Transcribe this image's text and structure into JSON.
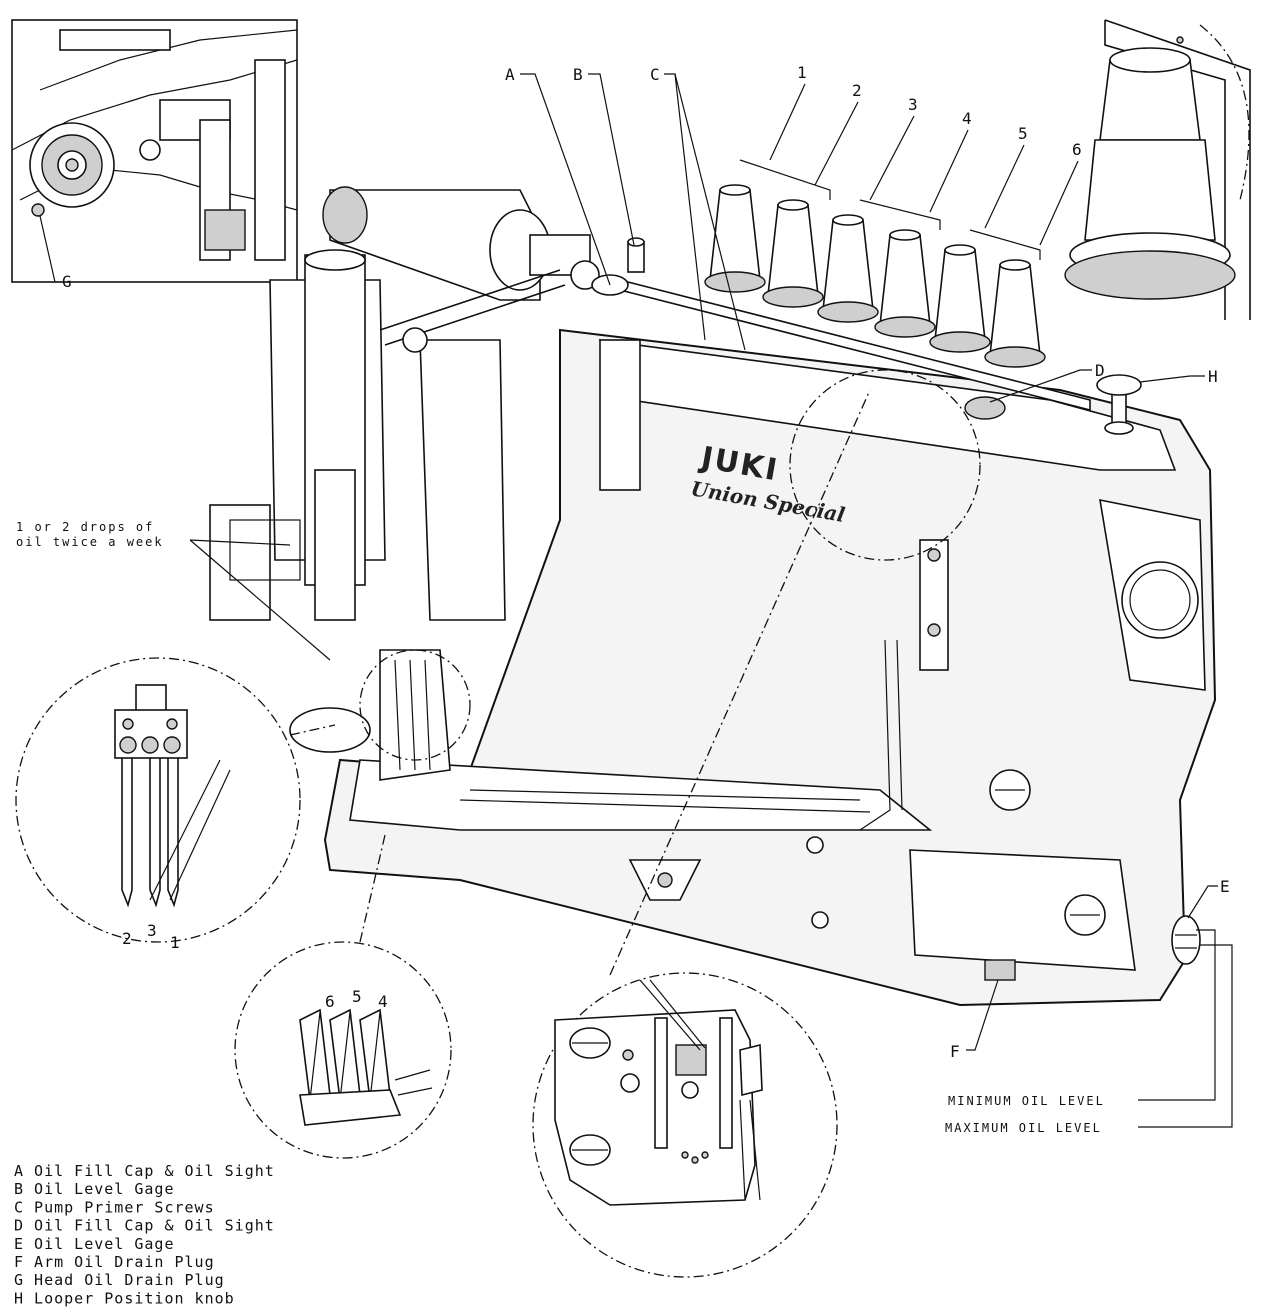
{
  "logo": {
    "brand": "JUKI",
    "sub_brand": "Union Special"
  },
  "callouts": {
    "A": "A",
    "B": "B",
    "C": "C",
    "D": "D",
    "E": "E",
    "F": "F",
    "G": "G",
    "H": "H",
    "thread_stands": [
      "1",
      "2",
      "3",
      "4",
      "5",
      "6"
    ]
  },
  "oil_note": {
    "line1": "1 or 2 drops of",
    "line2": "oil twice a week"
  },
  "needle_detail": {
    "labels": [
      "2",
      "3",
      "1"
    ]
  },
  "looper_detail": {
    "labels": [
      "6",
      "5",
      "4"
    ]
  },
  "oil_level": {
    "minimum": "MINIMUM OIL LEVEL",
    "maximum": "MAXIMUM OIL LEVEL"
  },
  "legend": [
    {
      "key": "A",
      "text": "Oil Fill Cap & Oil Sight"
    },
    {
      "key": "B",
      "text": "Oil Level Gage"
    },
    {
      "key": "C",
      "text": "Pump Primer Screws"
    },
    {
      "key": "D",
      "text": "Oil Fill Cap & Oil Sight"
    },
    {
      "key": "E",
      "text": "Oil Level Gage"
    },
    {
      "key": "F",
      "text": "Arm Oil Drain Plug"
    },
    {
      "key": "G",
      "text": "Head Oil Drain Plug"
    },
    {
      "key": "H",
      "text": "Looper Position knob"
    }
  ]
}
